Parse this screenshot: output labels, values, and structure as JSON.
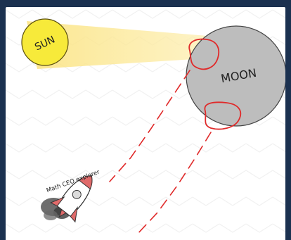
{
  "labels": {
    "sun": "SUN",
    "moon": "MOON",
    "rocket": "Math CEO explorer"
  },
  "colors": {
    "background": "#1b3150",
    "sun_fill": "#f7ea3a",
    "light_beam": "#f9e07a",
    "moon_fill": "#bdbdbd",
    "trajectory": "#e02a2a",
    "rocket_fin": "#e06a6a"
  }
}
